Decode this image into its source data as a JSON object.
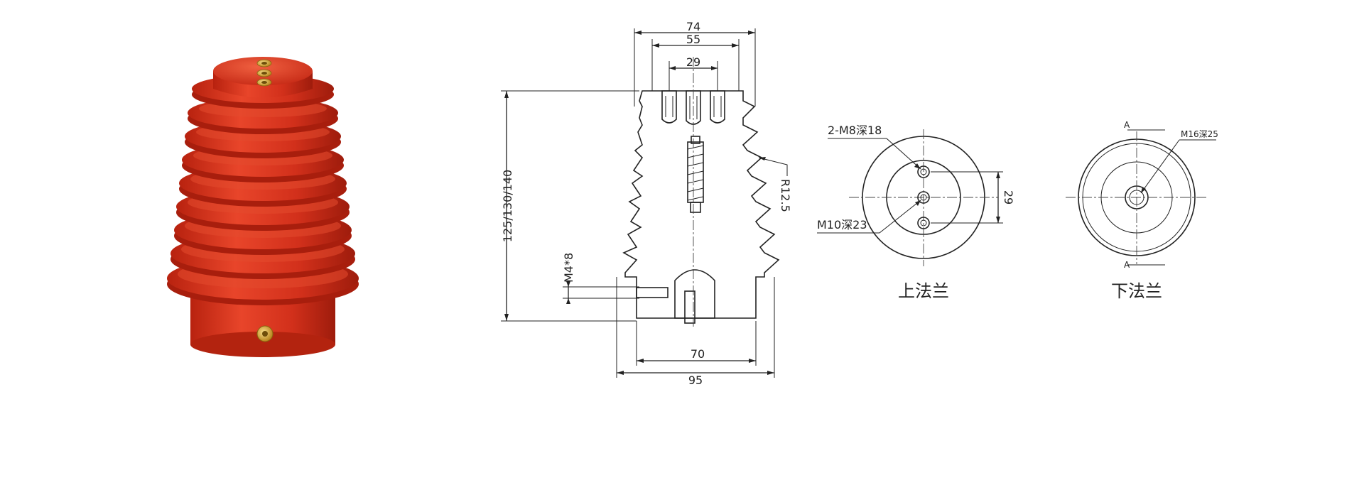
{
  "product_photo": {
    "body_color": "#d6301c",
    "highlight_color": "#f05a3c",
    "shadow_color": "#a51d0e",
    "brass_color": "#d9a431"
  },
  "side_view": {
    "dim_top_overall": "74",
    "dim_top_inner": "55",
    "dim_top_center": "29",
    "dim_height": "125/130/140",
    "dim_radius": "R12.5",
    "dim_side_thread": "M4*8",
    "dim_bottom_inner": "70",
    "dim_bottom_overall": "95"
  },
  "upper_flange": {
    "label_m8": "2-M8深18",
    "label_m10": "M10深23",
    "dim_spacing": "29",
    "caption": "上法兰"
  },
  "lower_flange": {
    "label_m16": "M16深25",
    "section_top": "A",
    "section_bottom": "A",
    "caption": "下法兰"
  }
}
